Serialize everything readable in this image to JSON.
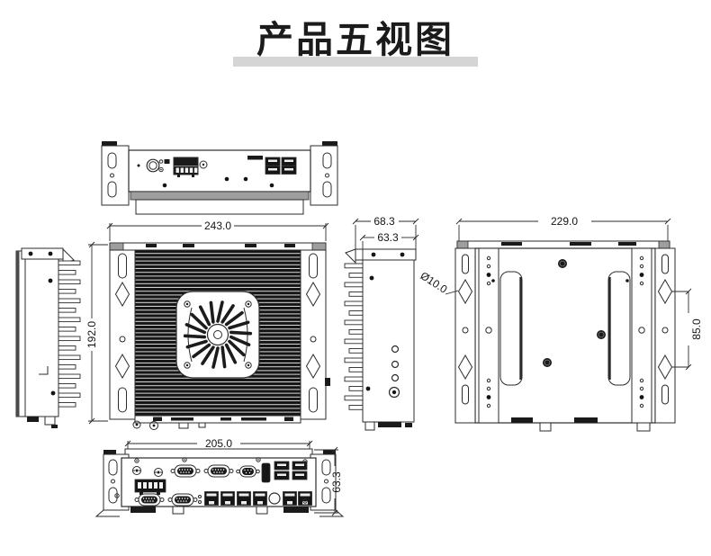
{
  "title": "产品五视图",
  "dimensions": {
    "front": {
      "width": "243.0",
      "height": "192.0"
    },
    "side": {
      "outer_depth": "68.3",
      "inner_depth": "63.3"
    },
    "rear": {
      "width": "229.0",
      "hole_diameter": "Ø10.0",
      "hole_spacing": "85.0"
    },
    "bottom": {
      "width": "205.0",
      "height": "63.3"
    }
  }
}
